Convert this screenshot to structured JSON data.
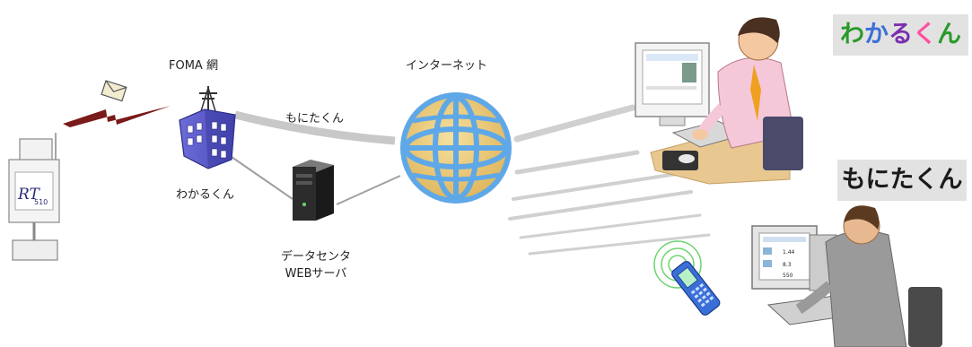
{
  "labels": {
    "foma": "FOMA 網",
    "internet": "インターネット",
    "monitakun_line": "もにたくん",
    "wakarukun_line": "わかるくん",
    "datacenter": "データセンタ",
    "web_server": "WEBサーバ",
    "logger_model": "RT",
    "logger_number": "510"
  },
  "brands": {
    "wakarukun_chars": [
      {
        "text": "わ",
        "color": "#2a9a2a"
      },
      {
        "text": "か",
        "color": "#3b6fd8"
      },
      {
        "text": "る",
        "color": "#7a2fb0"
      },
      {
        "text": "く",
        "color": "#ff4fa0"
      },
      {
        "text": "ん",
        "color": "#2a9a2a"
      }
    ],
    "monitakun": "もにたくん",
    "monitakun_color": "#1a1a1a"
  },
  "phone_readings": [
    "1.44",
    "8.3",
    "550"
  ]
}
